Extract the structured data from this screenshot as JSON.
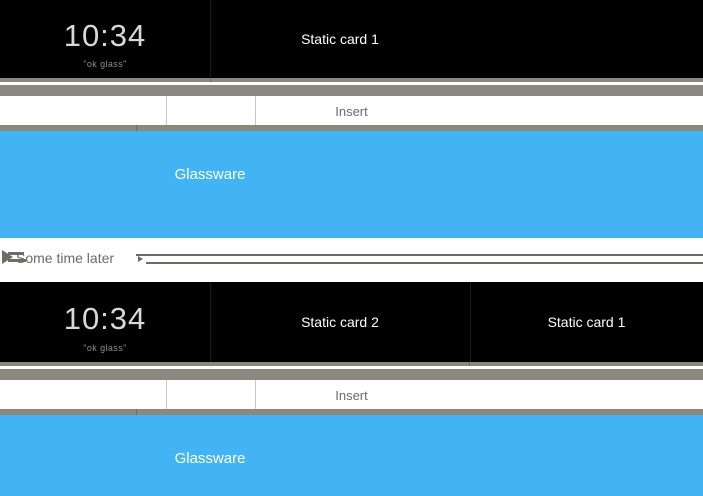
{
  "theme": {
    "background": "#ffffff",
    "card_background": "#000000",
    "glassware_blue": "#42b4f4",
    "ruler_gray": "#8b8880",
    "line_gray": "#6f6c66",
    "label_gray": "#6b6b6b",
    "clock_text": "#d8d8d8",
    "clock_hint_text": "#8e8e8e",
    "card_text": "#ffffff"
  },
  "timeline_top": {
    "clock": {
      "time": "10:34",
      "hint": "\"ok glass\""
    },
    "cards": [
      {
        "label": "Static card 1"
      }
    ]
  },
  "insert_top": {
    "label": "Insert"
  },
  "glassware_top": {
    "label": "Glassware"
  },
  "divider": {
    "label": "Some time later",
    "arrow_icon": "arrow-left-icon",
    "shaft_icon": "arrow-right-shaft-icon"
  },
  "timeline_bottom": {
    "clock": {
      "time": "10:34",
      "hint": "\"ok glass\""
    },
    "cards": [
      {
        "label": "Static card 2"
      },
      {
        "label": "Static card 1"
      }
    ]
  },
  "insert_bottom": {
    "label": "Insert"
  },
  "glassware_bottom": {
    "label": "Glassware"
  }
}
